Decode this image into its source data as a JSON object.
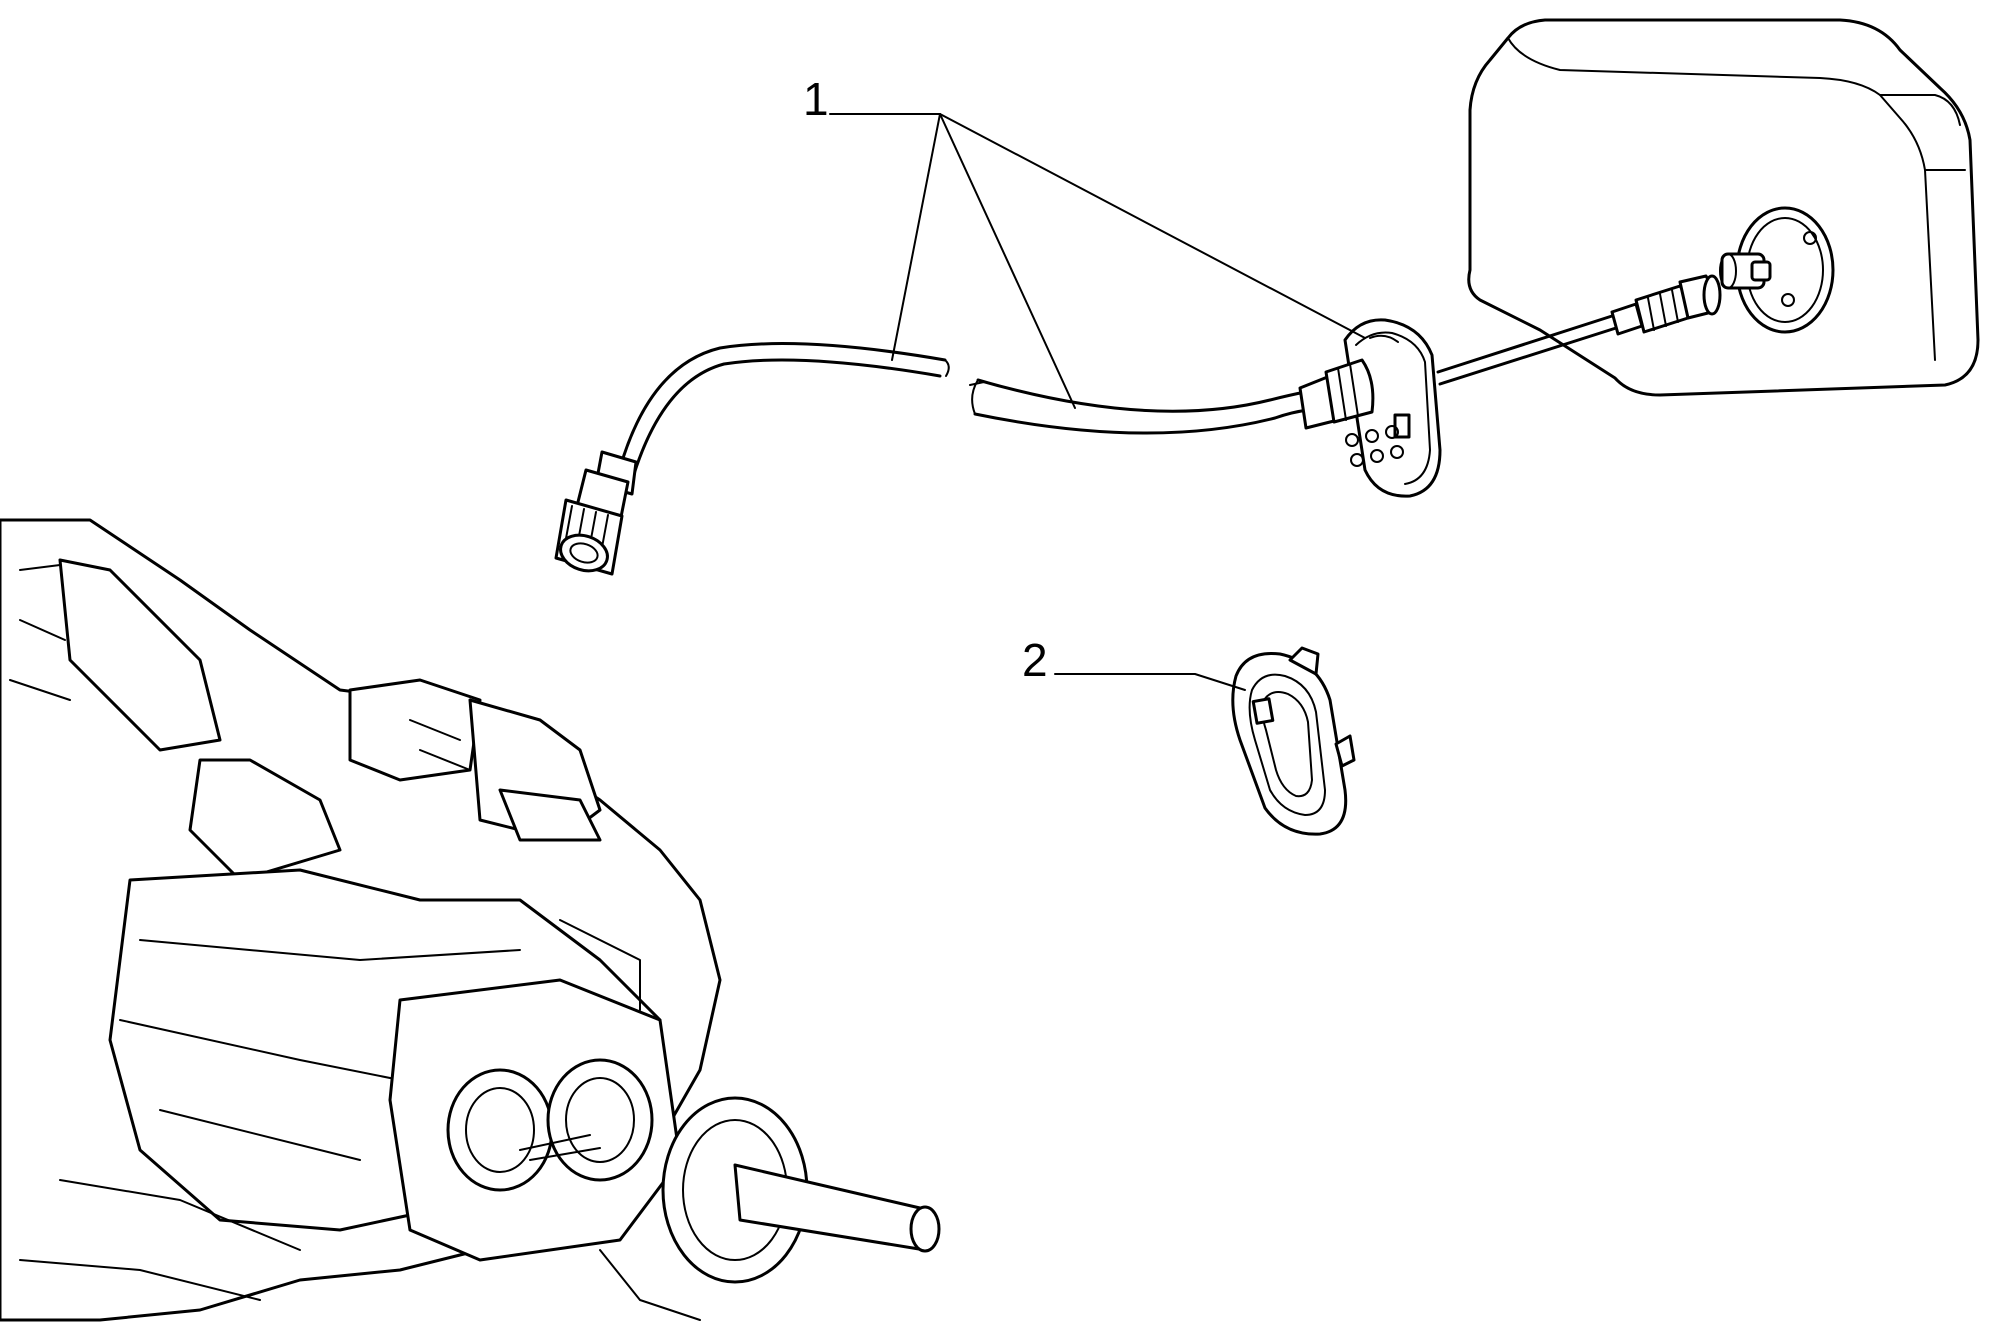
{
  "callouts": [
    {
      "id": "callout-1",
      "text": "1"
    },
    {
      "id": "callout-2",
      "text": "2"
    }
  ],
  "colors": {
    "line": "#000000",
    "background": "#ffffff"
  }
}
